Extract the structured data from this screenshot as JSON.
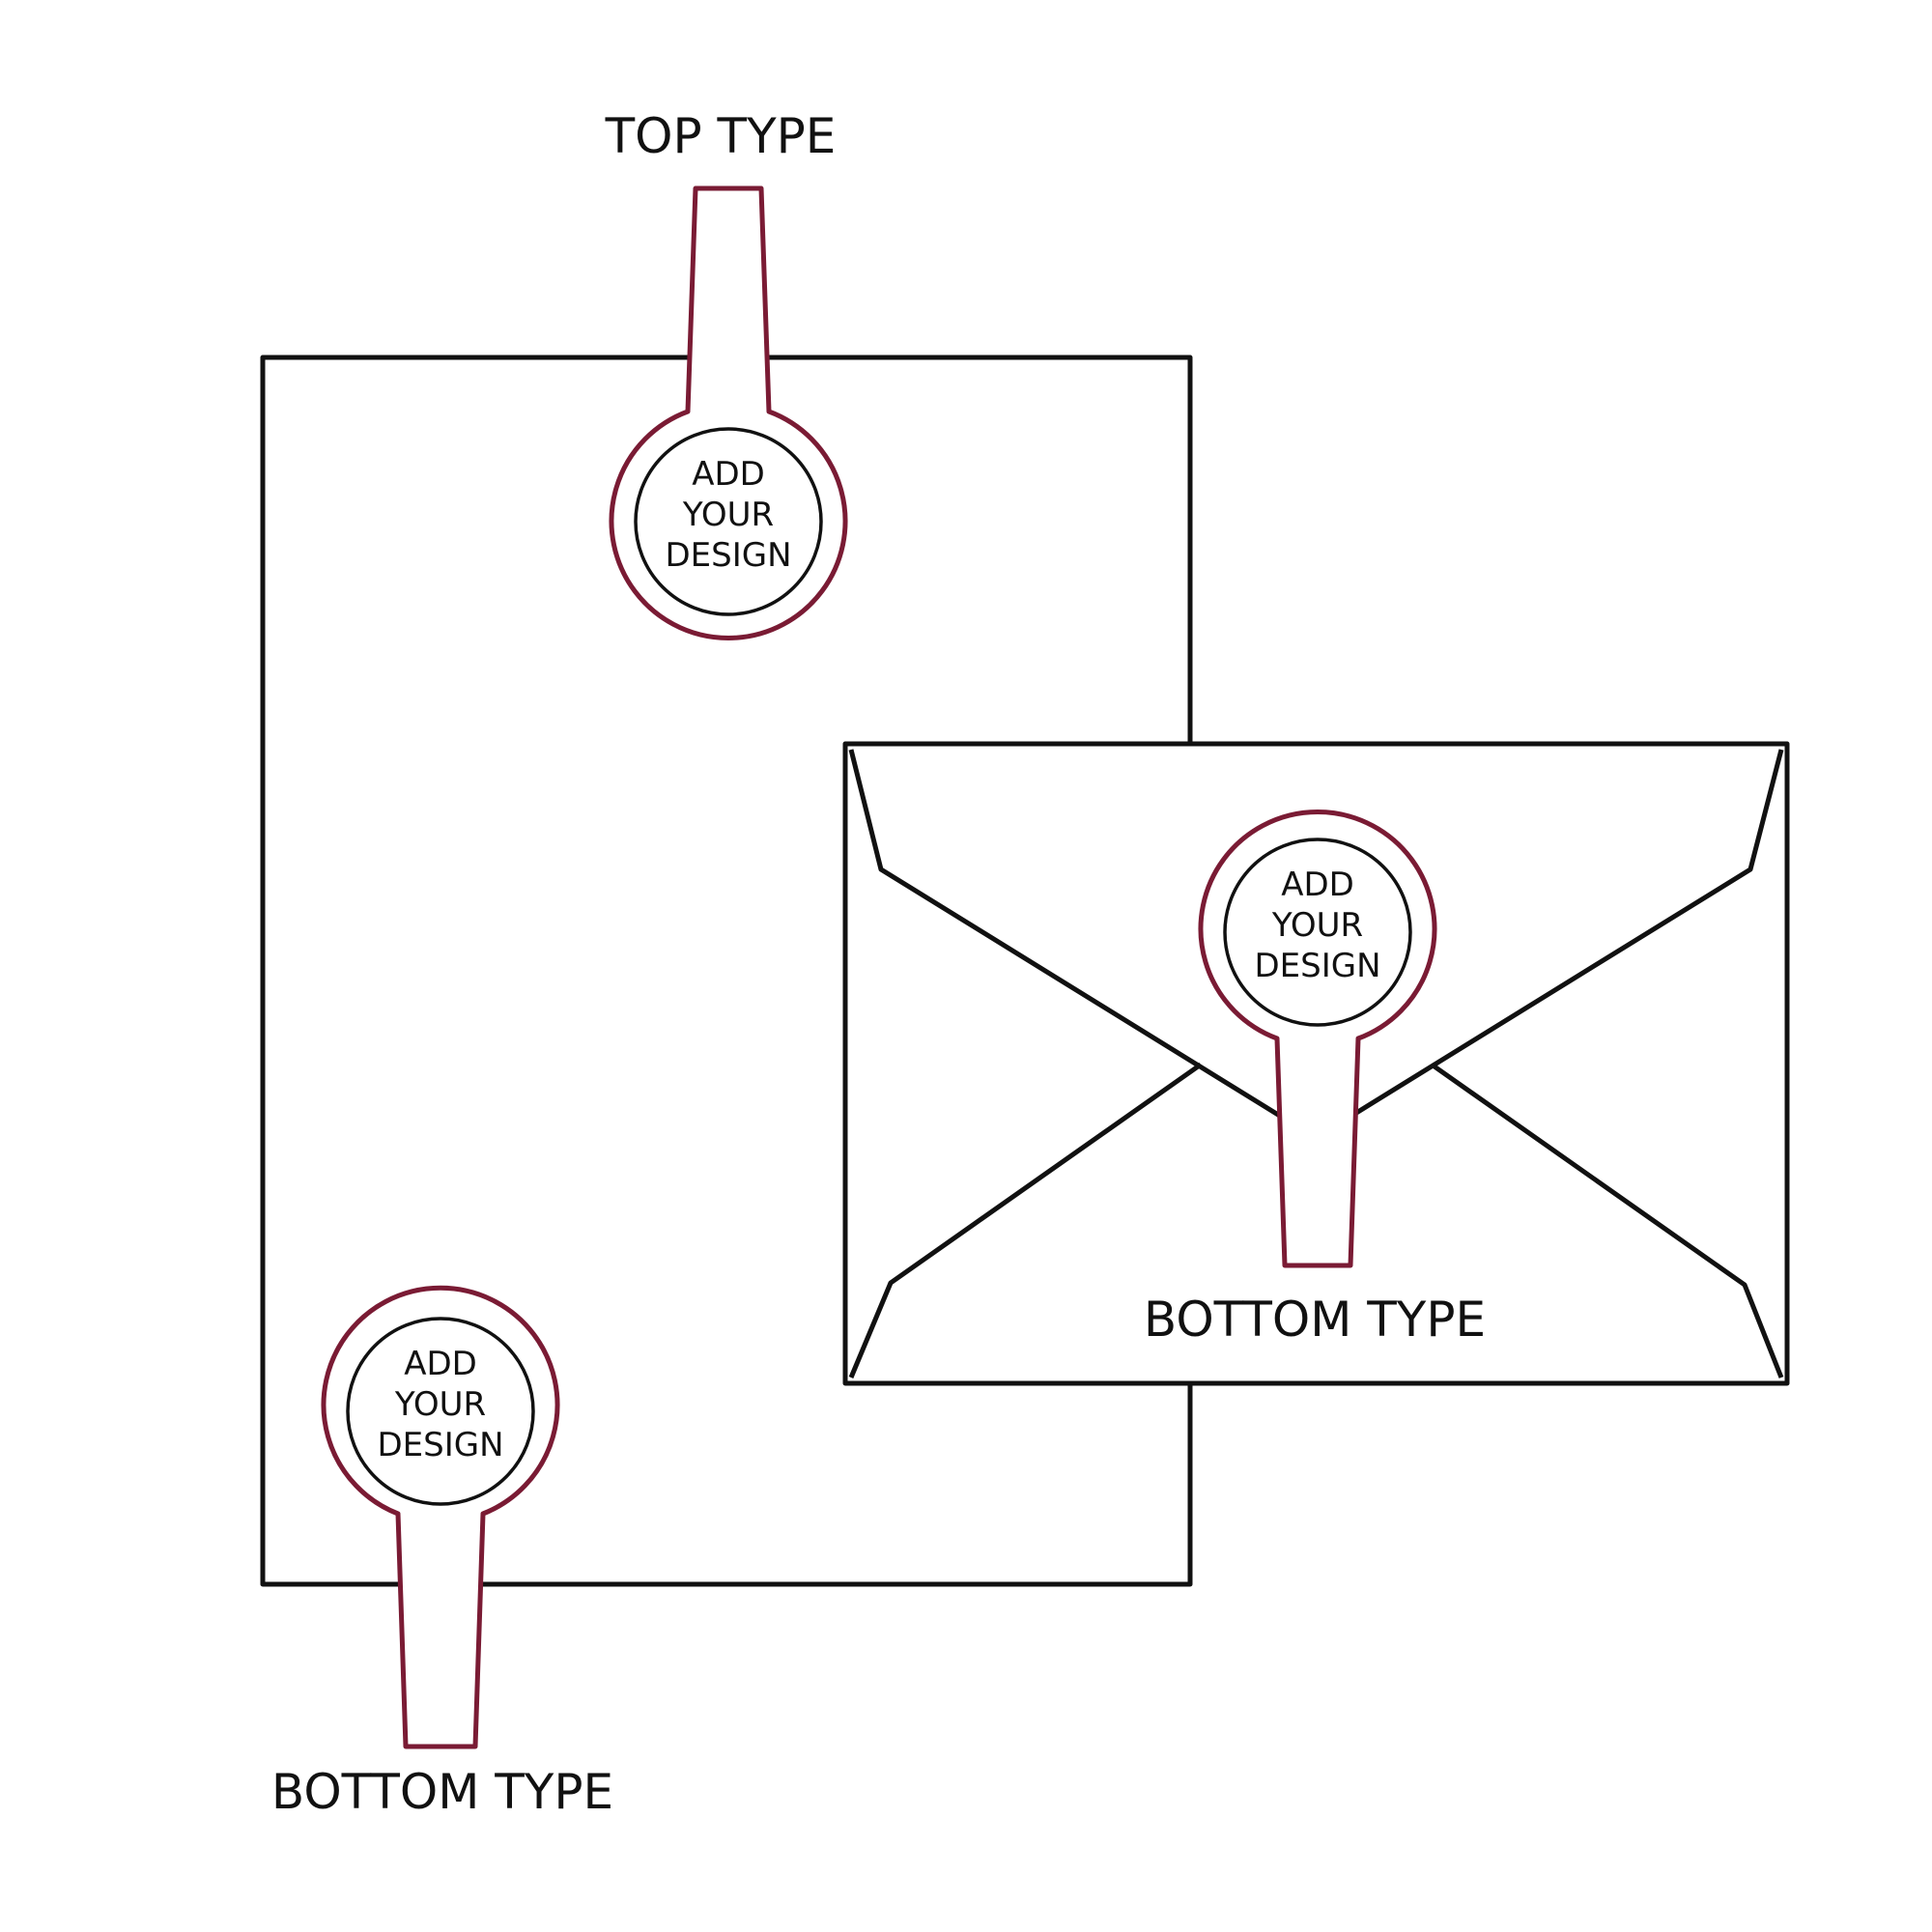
{
  "labels": {
    "top_type": "TOP TYPE",
    "bottom_type_envelope": "BOTTOM TYPE",
    "bottom_type_card": "BOTTOM TYPE"
  },
  "seal_text": {
    "line1": "ADD",
    "line2": "YOUR",
    "line3": "DESIGN"
  },
  "colors": {
    "seal_outline": "#7a1b34",
    "line": "#111111",
    "background": "#ffffff"
  }
}
